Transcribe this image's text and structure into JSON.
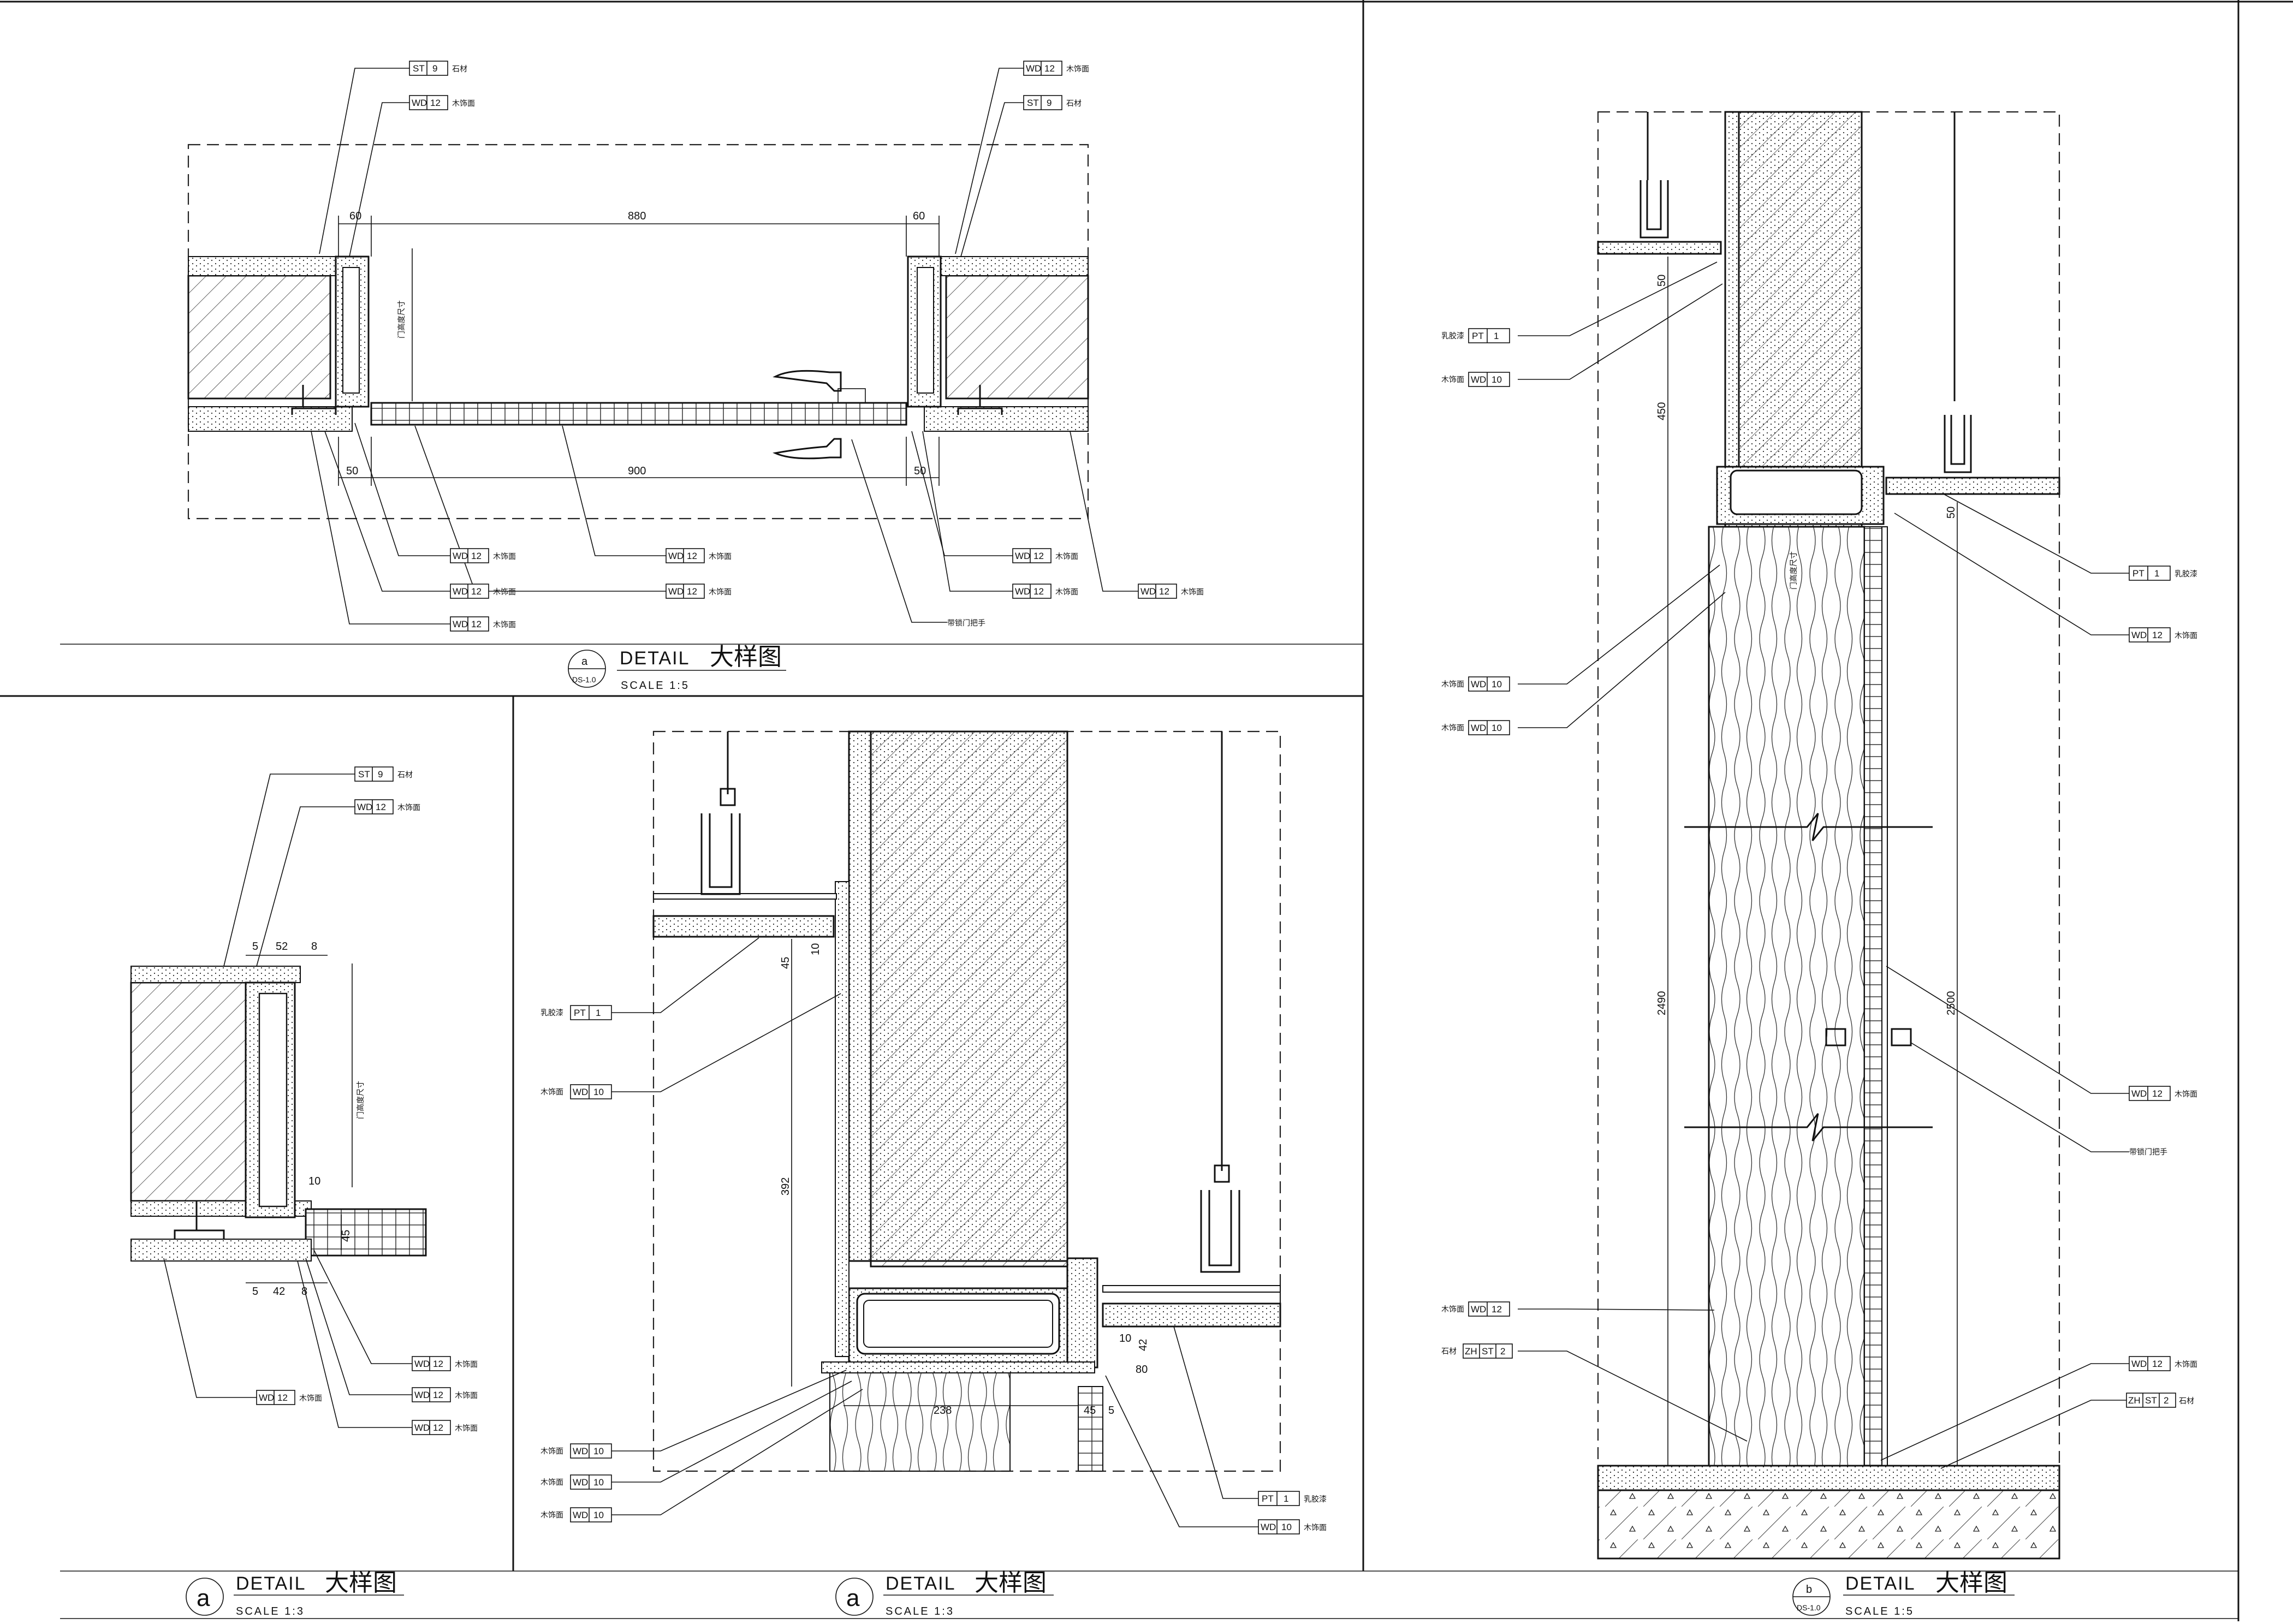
{
  "titles": {
    "top": {
      "mark": "a",
      "sheet": "DS-1.0",
      "word": "DETAIL",
      "cn": "大样图",
      "scale": "SCALE   1:5"
    },
    "left": {
      "mark": "a",
      "word": "DETAIL",
      "cn": "大样图",
      "scale": "SCALE   1:3"
    },
    "middle": {
      "mark": "a",
      "word": "DETAIL",
      "cn": "大样图",
      "scale": "SCALE   1:3"
    },
    "right": {
      "mark": "b",
      "sheet": "DS-1.0",
      "word": "DETAIL",
      "cn": "大样图",
      "scale": "SCALE   1:5"
    }
  },
  "notes": {
    "stone": "石材",
    "wood_veneer": "木饰面",
    "latex_paint": "乳胶漆",
    "door_handle": "带锁门把手",
    "door_height": "门高度尺寸"
  },
  "dims": {
    "top": {
      "d60a": "60",
      "d880": "880",
      "d60b": "60",
      "d50a": "50",
      "d900": "900",
      "d50b": "50"
    },
    "left": {
      "d5a": "5",
      "d52": "52",
      "d8": "8",
      "d10": "10",
      "d45": "45",
      "d5b": "5",
      "d42": "42",
      "d8b": "8"
    },
    "middle": {
      "d45": "45",
      "d10": "10",
      "d392": "392",
      "d238": "238",
      "d45b": "45",
      "d5": "5",
      "d10b": "10",
      "d42": "42",
      "d80": "80"
    },
    "right": {
      "d50": "50",
      "d450": "450",
      "d50b": "50",
      "d2490": "2490",
      "d2500": "2500"
    }
  },
  "tags": {
    "st9": [
      "ST",
      "9"
    ],
    "wd12": [
      "WD",
      "12"
    ],
    "wd10": [
      "WD",
      "10"
    ],
    "pt1": [
      "PT",
      "1"
    ],
    "zhst2": [
      "ZH",
      "ST",
      "2"
    ]
  }
}
